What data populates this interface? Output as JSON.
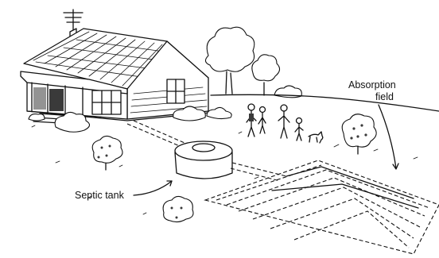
{
  "labels": {
    "absorption_field_line1": "Absorption",
    "absorption_field_line2": "field",
    "septic_tank": "Septic tank"
  }
}
